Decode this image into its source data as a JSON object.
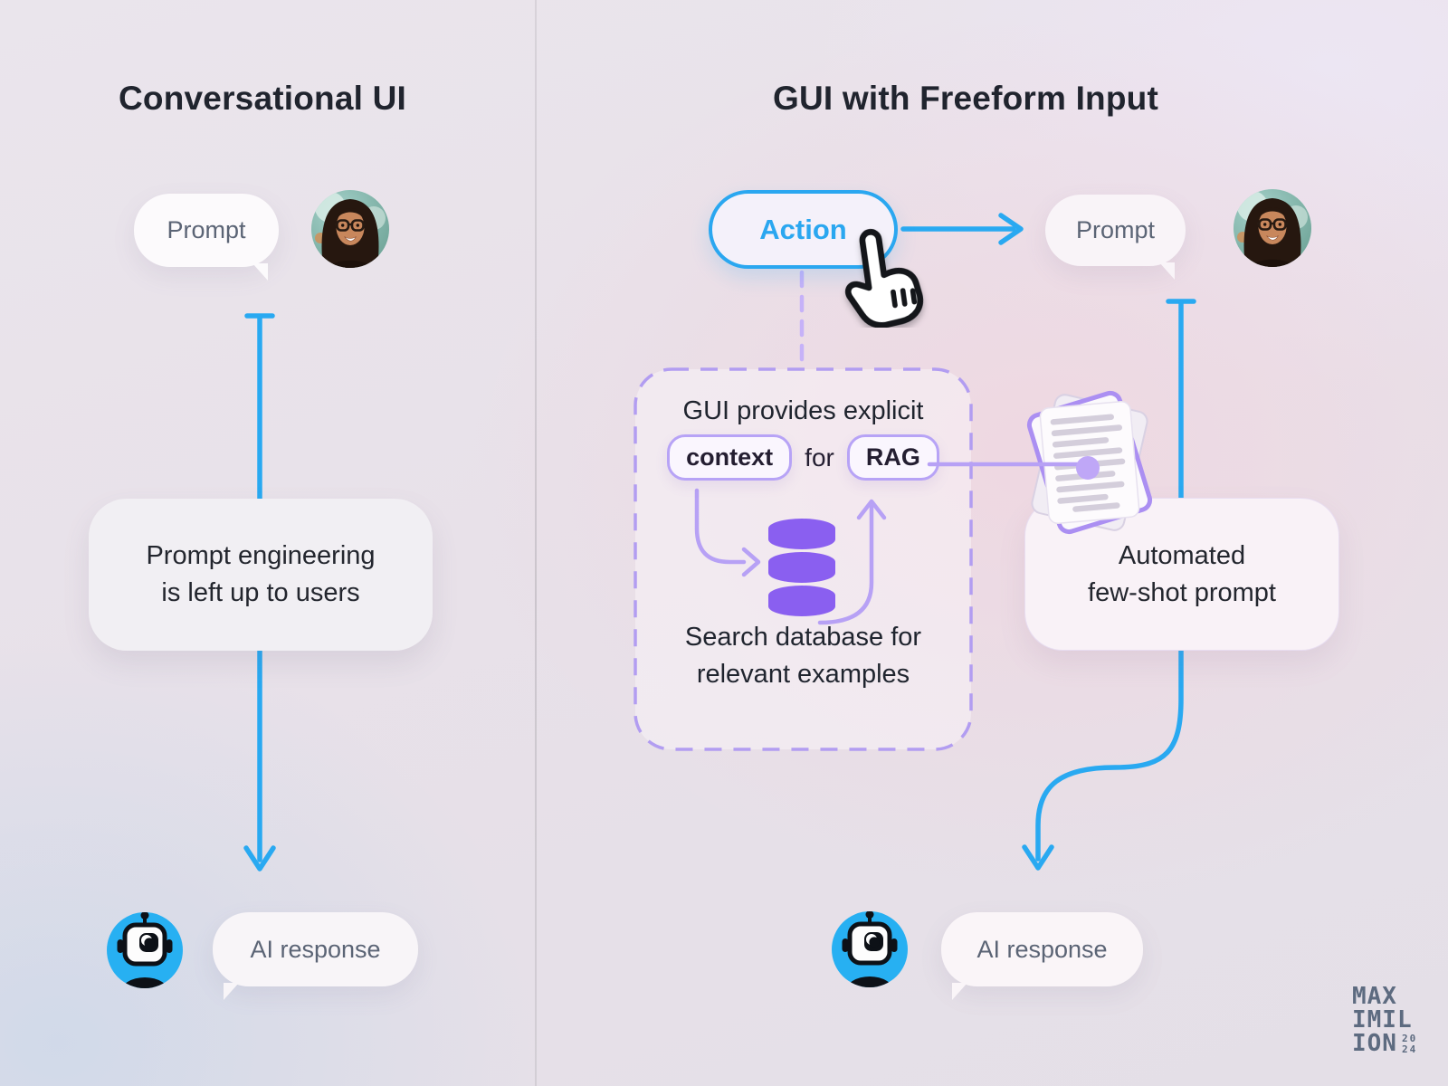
{
  "colors": {
    "accent_blue": "#29a9f1",
    "accent_purple": "#8a5ff0",
    "soft_purple": "#b7a1f5",
    "heading_text": "#20242e",
    "bubble_text": "#5b6475"
  },
  "left_panel": {
    "title": "Conversational UI",
    "prompt_bubble": "Prompt",
    "note_line1": "Prompt engineering",
    "note_line2": "is left up to users",
    "ai_bubble": "AI response"
  },
  "right_panel": {
    "title": "GUI with Freeform Input",
    "action_button": "Action",
    "prompt_bubble": "Prompt",
    "rag_box": {
      "heading": "GUI provides explicit",
      "context_pill": "context",
      "connector_word": "for",
      "rag_pill": "RAG",
      "caption_line1": "Search database for",
      "caption_line2": "relevant examples"
    },
    "automated_line1": "Automated",
    "automated_line2": "few-shot prompt",
    "ai_bubble": "AI response"
  },
  "logo": {
    "row1": "MAX",
    "row2": "IMIL",
    "row3": "ION",
    "year_line1": "20",
    "year_line2": "24"
  }
}
